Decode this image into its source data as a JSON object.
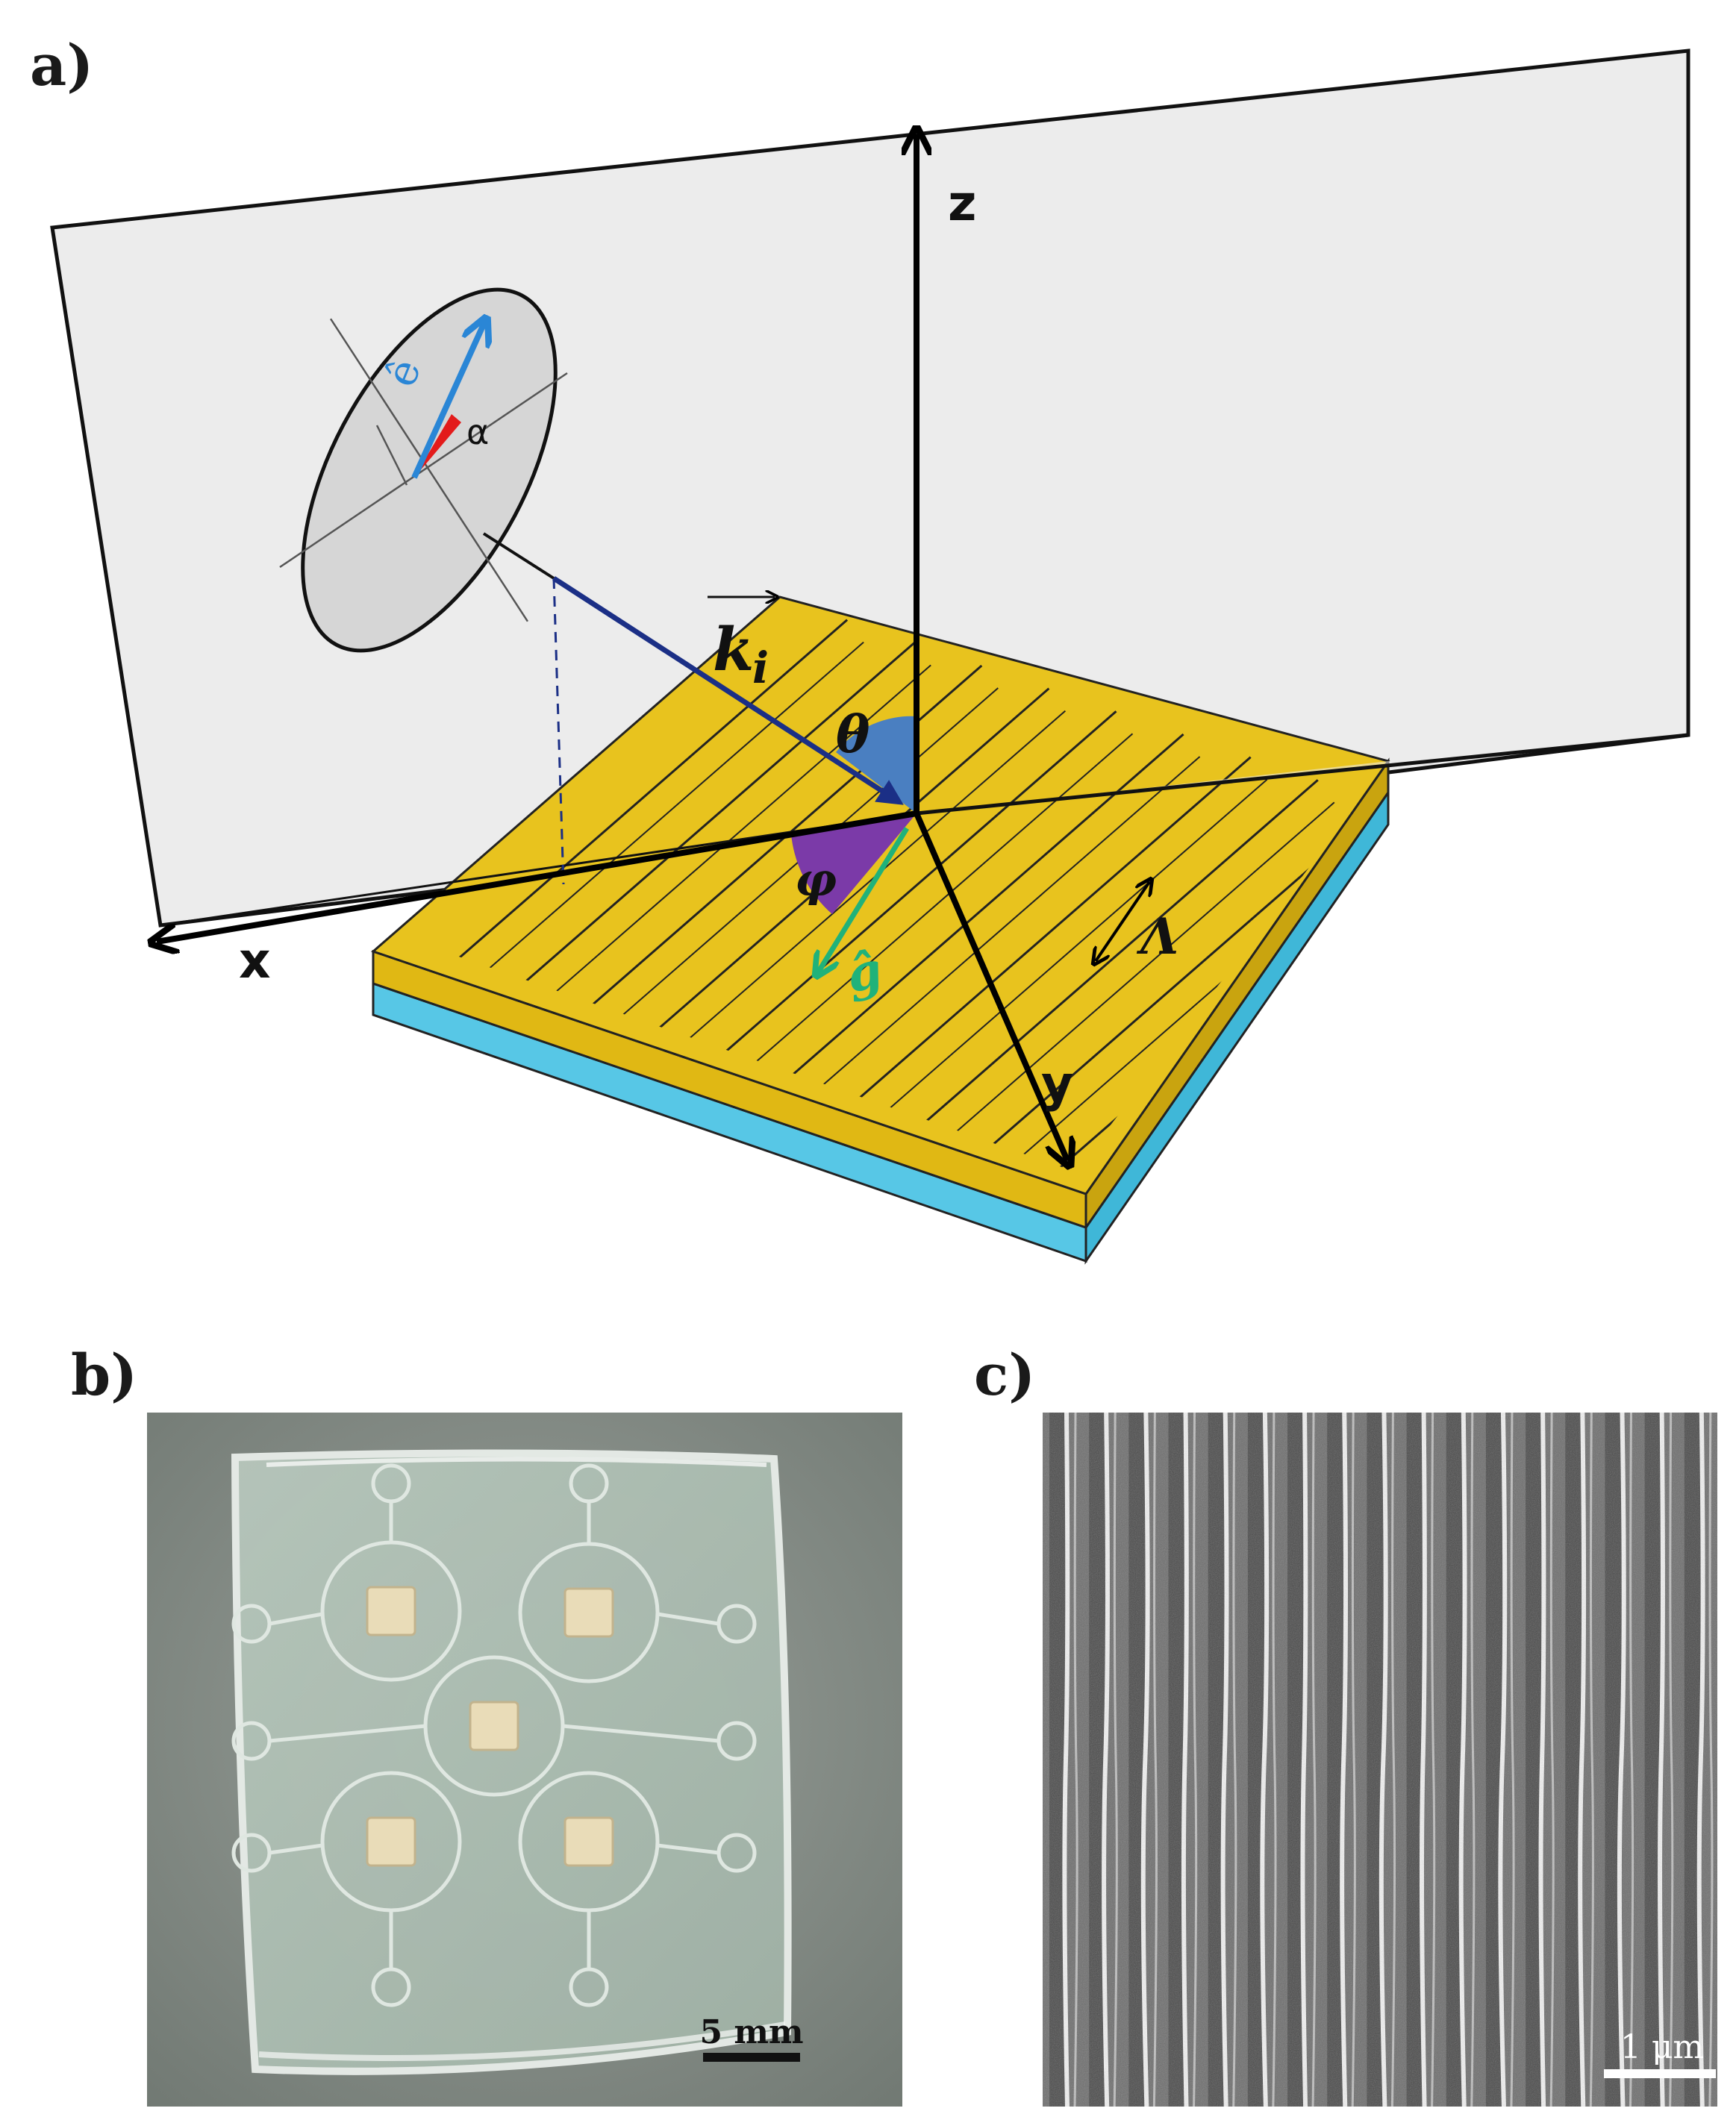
{
  "panels": {
    "a": {
      "label": "a)"
    },
    "b": {
      "label": "b)",
      "scale_bar": "5 mm"
    },
    "c": {
      "label": "c)",
      "scale_bar": "1 μm"
    }
  },
  "diagram": {
    "axis_x": "x",
    "axis_y": "y",
    "axis_z": "z",
    "wave_vector": "k",
    "wave_vector_sub": "i",
    "polarization": "ê",
    "polarization_angle": "α",
    "polar_angle": "θ",
    "azimuth_angle": "φ",
    "grating_vector": "ĝ",
    "period": "Λ"
  },
  "colors": {
    "gold": "#e8c31e",
    "gold_dark": "#c9a40f",
    "substrate": "#57c7e6",
    "plane": "#ececec",
    "theta_fill": "#4a7fc1",
    "phi_fill": "#7b3aa8",
    "k_arrow": "#1b2f86",
    "e_arrow": "#2a86d6",
    "g_arrow": "#20b27a",
    "alpha_wedge": "#e31b1b"
  }
}
